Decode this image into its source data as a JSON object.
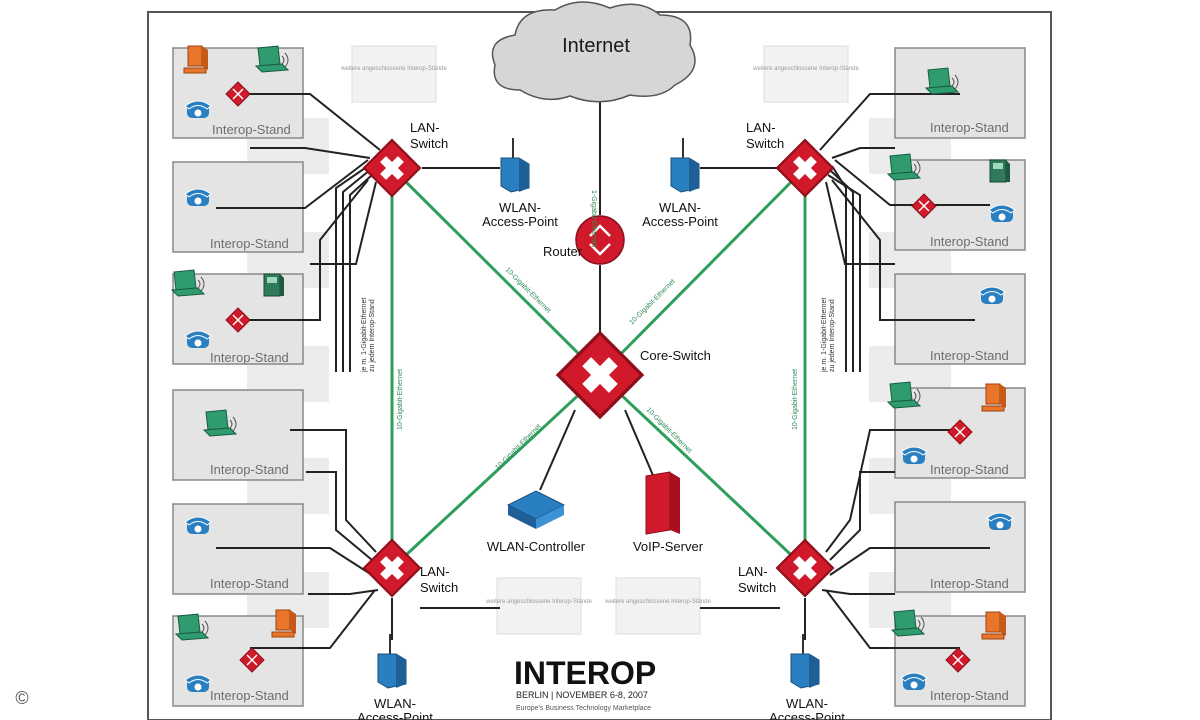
{
  "internet": "Internet",
  "router": "Router",
  "core_switch": "Core-Switch",
  "lan_switch_line1": "LAN-",
  "lan_switch_line2": "Switch",
  "wlan_ap_line1": "WLAN-",
  "wlan_ap_line2": "Access-Point",
  "wlan_controller": "WLAN-Controller",
  "voip_server": "VoIP-Server",
  "interop_stand": "Interop-Stand",
  "cable_gigabit_1": "1-Gigabit-Ethernet",
  "cable_gigabit_10": "10-Gigabit-Ethernet",
  "cable_stand_a": "je m. 1-Gigabit-Ethernet",
  "cable_stand_b": "zu jedem Interop-Stand",
  "wireless_note": "weitere angeschlossene Interop-Stände",
  "logo": "INTEROP",
  "logo_sub": "BERLIN | NOVEMBER 6-8, 2007",
  "logo_tag": "Europe's Business Technology Marketplace",
  "copyright": "©",
  "colors": {
    "switch_red": "#d0192b",
    "fiber_green": "#2e9e5b",
    "cable_dark": "#222222",
    "device_blue": "#2a7fc1",
    "laptop_green": "#2f9b6f",
    "pc_orange": "#e8752a",
    "stand_fill": "#e4e4e4"
  }
}
